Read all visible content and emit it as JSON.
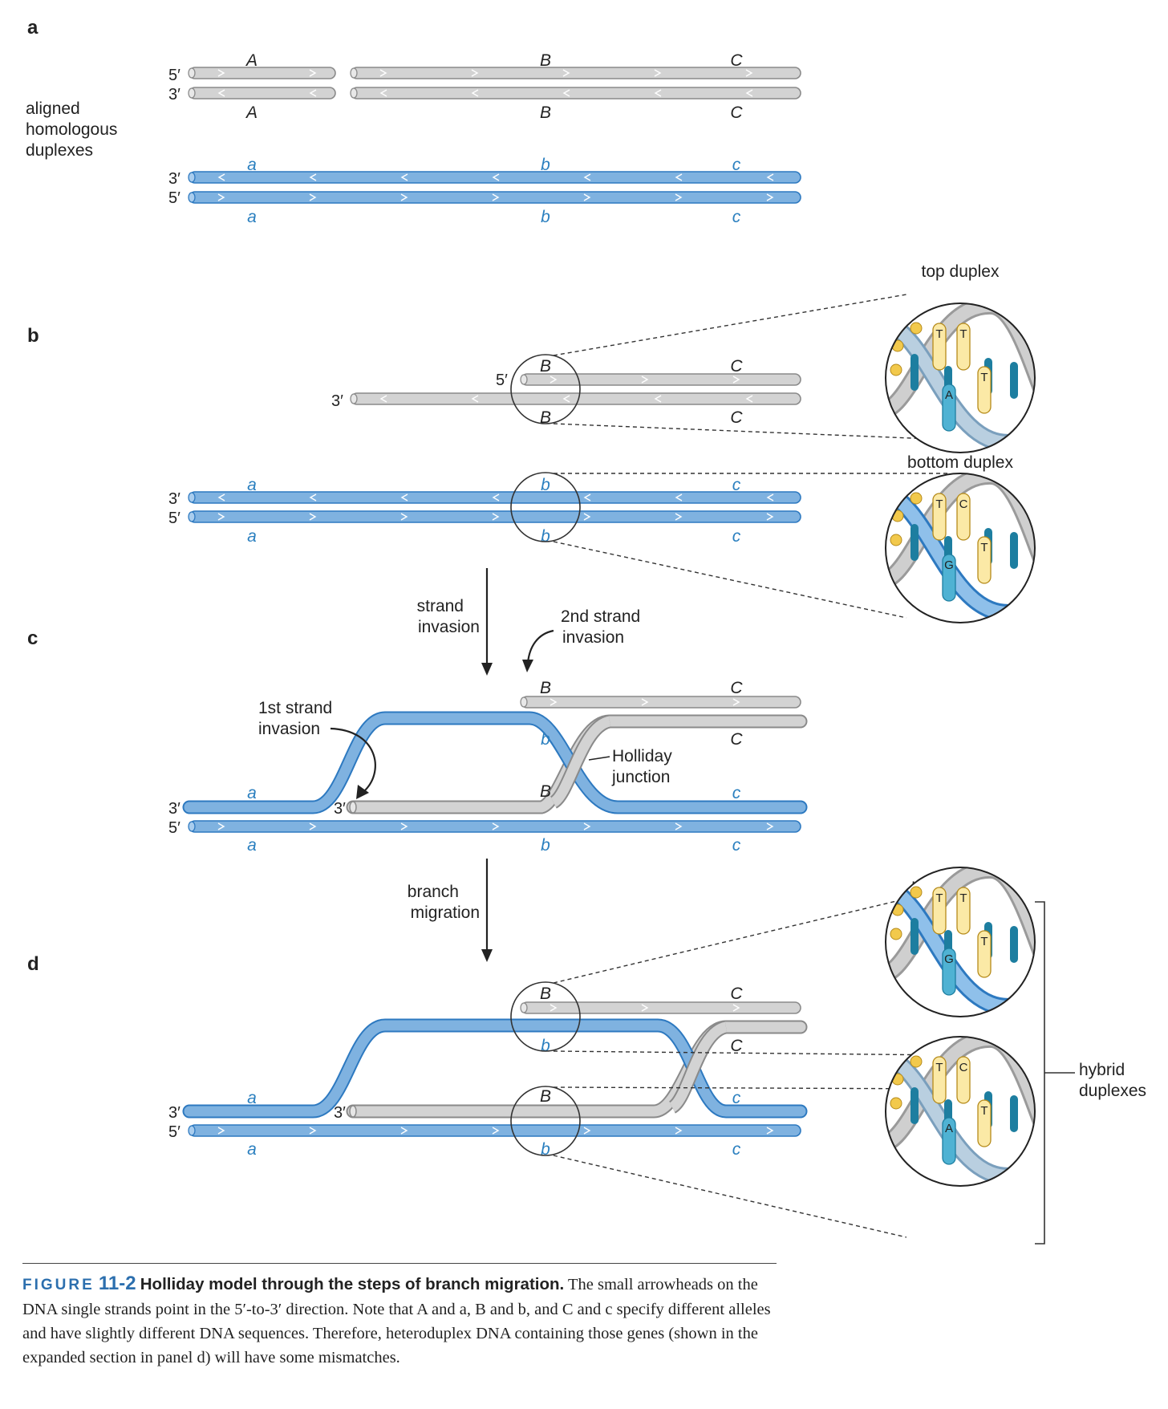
{
  "colors": {
    "gray_strand": "#d3d3d3",
    "gray_edge": "#8a8a8a",
    "blue_strand": "#7fb2e0",
    "blue_edge": "#2d79c0",
    "blue_text": "#2a7fbf",
    "caption_accent": "#2c6fae"
  },
  "panels": {
    "a": {
      "letter": "a",
      "side_label": [
        "aligned",
        "homologous",
        "duplexes"
      ],
      "top_genes": [
        "A",
        "B",
        "C"
      ],
      "bottom_genes": [
        "a",
        "b",
        "c"
      ],
      "primes_top": [
        "5′",
        "3′"
      ],
      "primes_bottom": [
        "3′",
        "5′"
      ]
    },
    "b": {
      "letter": "b",
      "top_genes": [
        "B",
        "C"
      ],
      "bottom_genes": [
        "a",
        "b",
        "c"
      ],
      "prime_5": "5′",
      "prime_3": "3′",
      "primes_bottom": [
        "3′",
        "5′"
      ],
      "inset_top_title": "top duplex",
      "inset_bottom_title": "bottom duplex",
      "inset_top_bases": [
        "T",
        "T",
        "A",
        "T"
      ],
      "inset_bottom_bases": [
        "T",
        "C",
        "G",
        "T"
      ]
    },
    "arrow_1": [
      "strand",
      "invasion"
    ],
    "c": {
      "letter": "c",
      "second_invasion": [
        "2nd strand",
        "invasion"
      ],
      "first_invasion": [
        "1st strand",
        "invasion"
      ],
      "holliday": [
        "Holliday",
        "junction"
      ],
      "top_genes": [
        "B",
        "C"
      ],
      "mid_genes": [
        "b",
        "C"
      ],
      "inv_genes": [
        "a",
        "B",
        "c"
      ],
      "bottom_genes": [
        "a",
        "b",
        "c"
      ],
      "prime_3": "3′",
      "primes_bottom": [
        "3′",
        "5′"
      ]
    },
    "arrow_2": [
      "branch",
      "migration"
    ],
    "d": {
      "letter": "d",
      "top_genes": [
        "B",
        "C"
      ],
      "mid_genes": [
        "b",
        "C"
      ],
      "inv_genes": [
        "a",
        "B",
        "c"
      ],
      "bottom_genes": [
        "a",
        "b",
        "c"
      ],
      "prime_3": "3′",
      "primes_bottom": [
        "3′",
        "5′"
      ],
      "inset_top_title": "heteroduplex",
      "inset_bottom_title": "heteroduplex",
      "inset_top_bases": [
        "T",
        "T",
        "G",
        "T"
      ],
      "inset_bottom_bases": [
        "T",
        "C",
        "A",
        "T"
      ],
      "bracket_label": [
        "hybrid",
        "duplexes"
      ]
    }
  },
  "caption": {
    "figure_word": "FIGURE",
    "figure_number": "11-2",
    "title": "Holliday model through the steps of branch migration.",
    "body": "The small arrowheads on the DNA single strands point in the 5′-to-3′ direction. Note that A and a, B and b, and C and c specify different alleles and have slightly different DNA sequences. Therefore, heteroduplex DNA containing those genes (shown in the expanded section in panel d) will have some mismatches."
  }
}
